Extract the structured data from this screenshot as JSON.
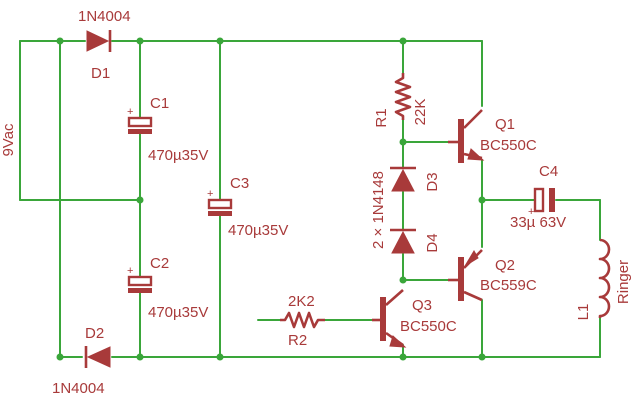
{
  "source": {
    "label": "9Vac"
  },
  "diodes": {
    "d1": {
      "name": "D1",
      "part": "1N4004"
    },
    "d2": {
      "name": "D2",
      "part": "1N4004"
    },
    "d3": {
      "name": "D3"
    },
    "d4": {
      "name": "D4"
    },
    "pair_label": "2 × 1N4148"
  },
  "capacitors": {
    "c1": {
      "name": "C1",
      "value": "470µ35V"
    },
    "c2": {
      "name": "C2",
      "value": "470µ35V"
    },
    "c3": {
      "name": "C3",
      "value": "470µ35V"
    },
    "c4": {
      "name": "C4",
      "value": "33µ 63V"
    },
    "plus": "+"
  },
  "resistors": {
    "r1": {
      "name": "R1",
      "value": "22K"
    },
    "r2": {
      "name": "R2",
      "value": "2K2"
    }
  },
  "transistors": {
    "q1": {
      "name": "Q1",
      "part": "BC550C"
    },
    "q2": {
      "name": "Q2",
      "part": "BC559C"
    },
    "q3": {
      "name": "Q3",
      "part": "BC550C"
    }
  },
  "inductor": {
    "name": "L1",
    "label": "Ringer"
  },
  "colors": {
    "wire": "#3aa63a",
    "component": "#a83a3a",
    "background": "#ffffff"
  }
}
